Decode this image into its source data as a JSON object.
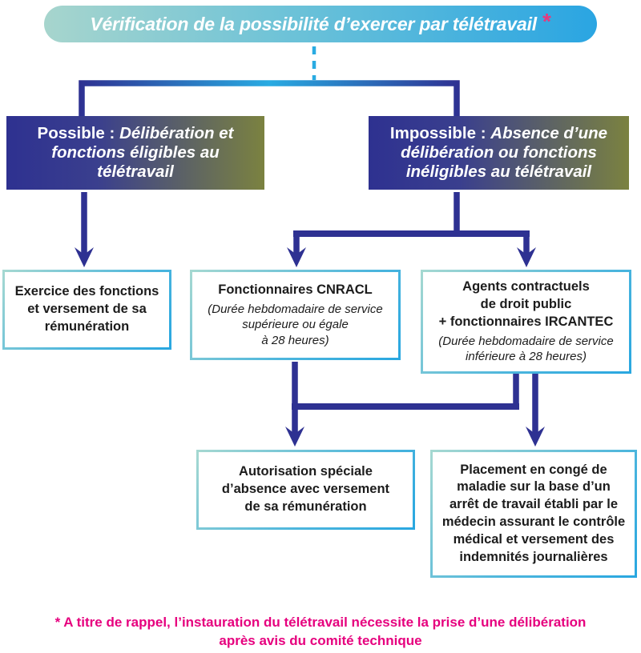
{
  "palette": {
    "pill_gradient_start": "#a7d5cd",
    "pill_gradient_end": "#2aa5e2",
    "node_gradient_start": "#2e3190",
    "node_gradient_end": "#7b8240",
    "connector_indigo": "#2e3192",
    "connector_cyan": "#29abe2",
    "outcome_border_start": "#a5d8d1",
    "outcome_border_end": "#29a7e0",
    "footnote_pink": "#e6007e",
    "text_dark": "#1c1c1c"
  },
  "header": {
    "title": "Vérification de la possibilité d’exercer par télétravail",
    "asterisk": "*"
  },
  "decisions": {
    "possible": {
      "label": "Possible :",
      "text": "Délibération et fonctions éligibles au télétravail"
    },
    "impossible": {
      "label": "Impossible :",
      "text": "Absence d’une délibération ou fonctions inéligibles au télétravail"
    }
  },
  "outcomes": {
    "exercice": {
      "text": "Exercice des fonctions\net versement de sa\nrémunération"
    },
    "cnracl": {
      "title": "Fonctionnaires CNRACL",
      "subtitle": "(Durée hebdomadaire de service\nsupérieure ou égale\nà 28 heures)"
    },
    "ircantec": {
      "title": "Agents contractuels\nde droit public\n+ fonctionnaires IRCANTEC",
      "subtitle": "(Durée hebdomadaire de service\ninférieure à 28 heures)"
    },
    "autorisation": {
      "text": "Autorisation spéciale\nd’absence avec versement\nde sa rémunération"
    },
    "placement": {
      "text": "Placement en congé de\nmaladie sur la base d’un\narrêt de travail établi par le\nmédecin assurant le contrôle\nmédical et versement des\nindemnités journalières"
    }
  },
  "footnote": {
    "text": "* A titre de rappel, l’instauration du télétravail nécessite la prise d’une délibération\naprès avis du comité technique"
  }
}
